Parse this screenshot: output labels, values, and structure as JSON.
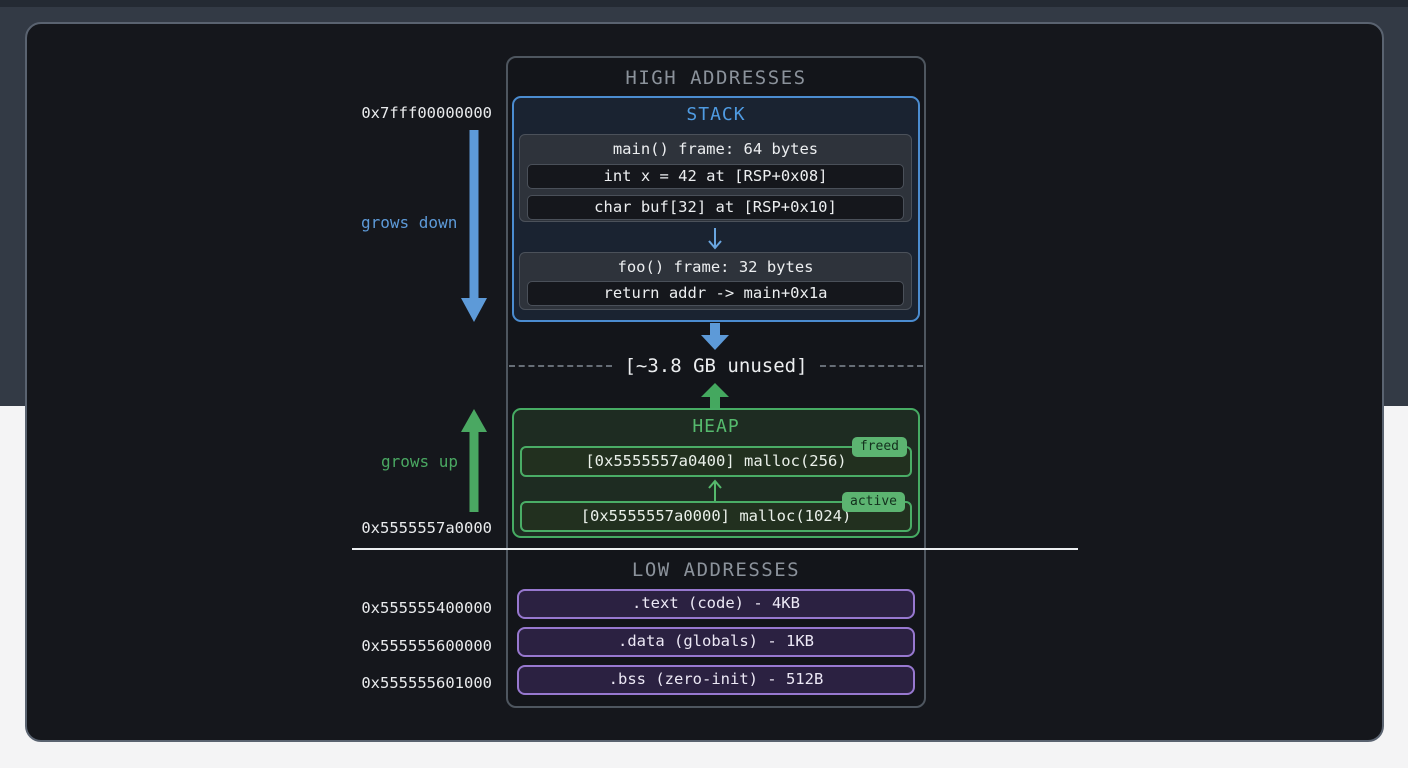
{
  "diagram": {
    "high_label": "HIGH ADDRESSES",
    "low_label": "LOW ADDRESSES",
    "stack": {
      "title": "STACK",
      "frames": [
        {
          "label": "main() frame: 64 bytes",
          "rows": [
            "int x = 42 at [RSP+0x08]",
            "char buf[32] at [RSP+0x10]"
          ]
        },
        {
          "label": "foo() frame: 32 bytes",
          "rows": [
            "return addr -> main+0x1a"
          ]
        }
      ]
    },
    "unused_label": "[~3.8 GB unused]",
    "heap": {
      "title": "HEAP",
      "allocations": [
        {
          "text": "[0x5555557a0400] malloc(256)",
          "badge": "freed"
        },
        {
          "text": "[0x5555557a0000] malloc(1024)",
          "badge": "active"
        }
      ]
    },
    "segments": [
      ".text (code) - 4KB",
      ".data (globals) - 1KB",
      ".bss (zero-init) - 512B"
    ]
  },
  "annotations": {
    "stack_top_address": "0x7fff00000000",
    "grows_down": "grows down",
    "grows_up": "grows up",
    "heap_base_address": "0x5555557a0000",
    "text_segment_address": "0x555555400000",
    "data_segment_address": "0x555555600000",
    "bss_segment_address": "0x555555601000"
  },
  "colors": {
    "stack_accent": "#5d9ad8",
    "heap_accent": "#4cb168",
    "segment_accent": "#9778cf",
    "muted_heading": "#8b929b",
    "body_text": "#eceef0",
    "badge_fill": "#5cb471"
  }
}
